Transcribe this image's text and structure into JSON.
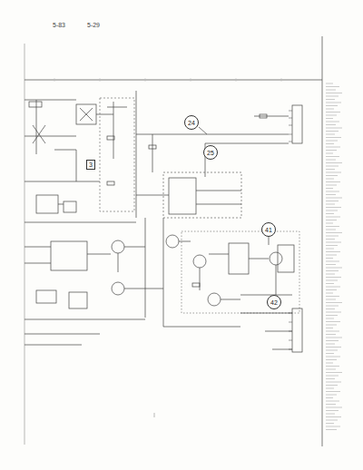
{
  "diagram": {
    "nodes": [
      {
        "text": [
          "24"
        ]
      },
      {
        "text": [
          "25"
        ]
      },
      {
        "text": [
          "41"
        ]
      },
      {
        "text": [
          "42"
        ]
      },
      {
        "text": [
          "3"
        ]
      }
    ],
    "labels": [
      "5-83",
      "5-29"
    ]
  }
}
